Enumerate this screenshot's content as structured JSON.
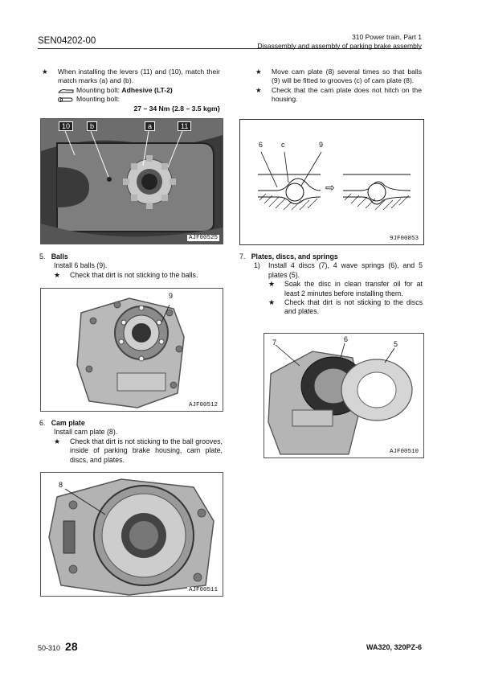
{
  "header": {
    "doc_code": "SEN04202-00",
    "section": "310 Power train, Part 1",
    "subtitle": "Disassembly and assembly of parking brake assembly"
  },
  "left_top": {
    "note1": "When installing the levers (11) and (10), match their match marks (a) and (b).",
    "adhesive_label": "Mounting bolt: ",
    "adhesive_value": "Adhesive (LT-2)",
    "torque_label": "Mounting bolt:",
    "torque_value": "27 – 34 Nm {2.8 – 3.5 kgm}"
  },
  "fig1": {
    "id": "AJF00525",
    "callouts": [
      "10",
      "b",
      "a",
      "11"
    ]
  },
  "right_top": {
    "note1": "Move cam plate (8) several times so that balls (9) will be fitted to grooves (c) of cam plate (8).",
    "note2": "Check that the cam plate does not hitch on the housing."
  },
  "fig2": {
    "id": "9JF00853",
    "callouts": [
      "6",
      "c",
      "9"
    ]
  },
  "step5": {
    "num": "5.",
    "title": "Balls",
    "line": "Install 6 balls (9).",
    "note": "Check that dirt is not sticking to the balls."
  },
  "fig3": {
    "id": "AJF00512",
    "callouts": [
      "9"
    ]
  },
  "step6": {
    "num": "6.",
    "title": "Cam plate",
    "line": "Install cam plate (8).",
    "note": "Check that dirt is not sticking to the ball grooves, inside of parking brake housing, cam plate, discs, and plates."
  },
  "fig4": {
    "id": "AJF00511",
    "callouts": [
      "8"
    ]
  },
  "step7": {
    "num": "7.",
    "title": "Plates, discs, and springs",
    "sub_num": "1)",
    "sub_line": "Install 4 discs (7), 4 wave springs (6), and 5 plates (5).",
    "note1": "Soak the disc in clean transfer oil for at least 2 minutes before installing them.",
    "note2": "Check that dirt is not sticking to the discs and plates."
  },
  "fig5": {
    "id": "AJF00510",
    "callouts": [
      "7",
      "6",
      "5"
    ]
  },
  "footer": {
    "section_code": "50-310",
    "page": "28",
    "model": "WA320, 320PZ-6"
  },
  "glyphs": {
    "star": "★",
    "arrow": "⇨"
  }
}
